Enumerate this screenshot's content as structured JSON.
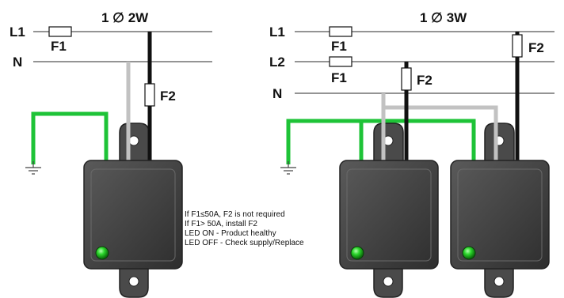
{
  "left": {
    "title": "1 ∅ 2W",
    "lines": [
      "L1",
      "N"
    ],
    "fuses": [
      "F1",
      "F2"
    ]
  },
  "right": {
    "title": "1 ∅ 3W",
    "lines": [
      "L1",
      "L2",
      "N"
    ],
    "fuses": [
      "F1",
      "F1",
      "F2",
      "F2"
    ]
  },
  "notes": [
    "If F1≤50A, F2 is not required",
    "If F1> 50A, install F2",
    "LED ON - Product healthy",
    "LED OFF - Check supply/Replace"
  ],
  "colors": {
    "ground_wire": "#1ec337",
    "neutral_wire": "#c2c2c2",
    "line_wire": "#111111",
    "device_body": "#3c3c3c",
    "led": "#2bd62b"
  },
  "icons": [
    "ground-symbol-icon",
    "fuse-icon",
    "led-indicator-icon"
  ]
}
